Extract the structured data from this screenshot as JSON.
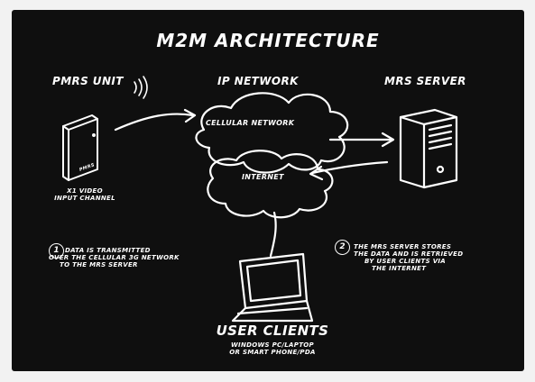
{
  "title": "M2M ARCHITECTURE",
  "nodes": {
    "unit": {
      "title": "PMRS UNIT",
      "caption": [
        "x1 VIDEO",
        "INPUT CHANNEL"
      ],
      "device_label": "PMRS"
    },
    "network": {
      "title": "IP NETWORK",
      "cellular": "CELLULAR NETWORK",
      "internet": "INTERNET"
    },
    "server": {
      "title": "MRS SERVER"
    },
    "clients": {
      "title": "USER CLIENTS",
      "caption": [
        "WINDOWS PC/LAPTOP",
        "OR SMART PHONE/PDA"
      ]
    }
  },
  "notes": [
    {
      "number": "1",
      "lines": [
        "DATA IS TRANSMITTED",
        "OVER THE CELLULAR 3G NETWORK",
        "TO THE MRS SERVER"
      ]
    },
    {
      "number": "2",
      "lines": [
        "THE MRS SERVER STORES",
        "THE DATA AND IS RETRIEVED",
        "BY USER CLIENTS VIA",
        "THE INTERNET"
      ]
    }
  ],
  "colors": {
    "background": "#0f0f0f",
    "ink": "#ffffff"
  },
  "icons": [
    "wireless-signal-icon",
    "pmrs-device-icon",
    "cloud-icon",
    "server-tower-icon",
    "laptop-icon"
  ]
}
